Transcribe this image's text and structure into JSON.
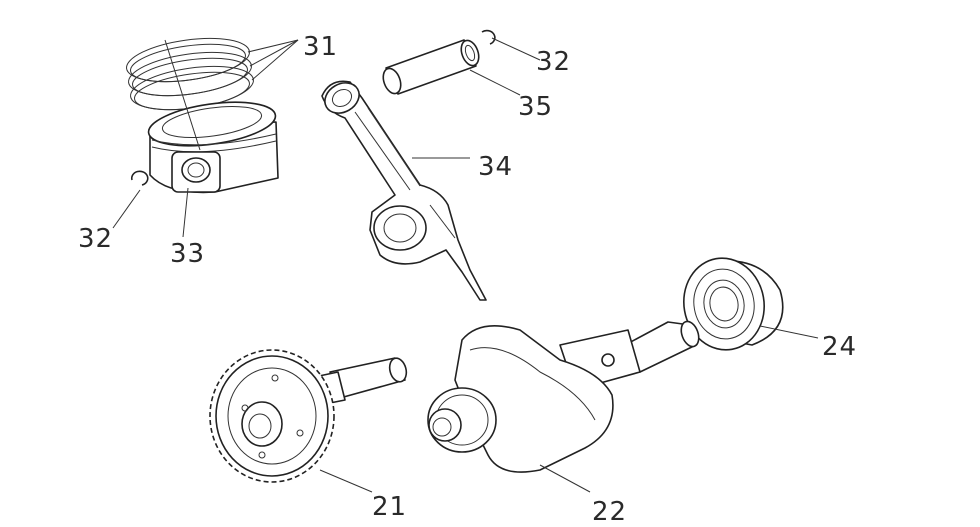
{
  "callouts": [
    {
      "id": "piston-rings",
      "number": "31"
    },
    {
      "id": "circlip-right",
      "number": "32"
    },
    {
      "id": "piston-pin",
      "number": "35"
    },
    {
      "id": "connecting-rod",
      "number": "34"
    },
    {
      "id": "circlip-left",
      "number": "32"
    },
    {
      "id": "piston",
      "number": "33"
    },
    {
      "id": "bearing",
      "number": "24"
    },
    {
      "id": "camshaft",
      "number": "21"
    },
    {
      "id": "crankshaft",
      "number": "22"
    }
  ]
}
